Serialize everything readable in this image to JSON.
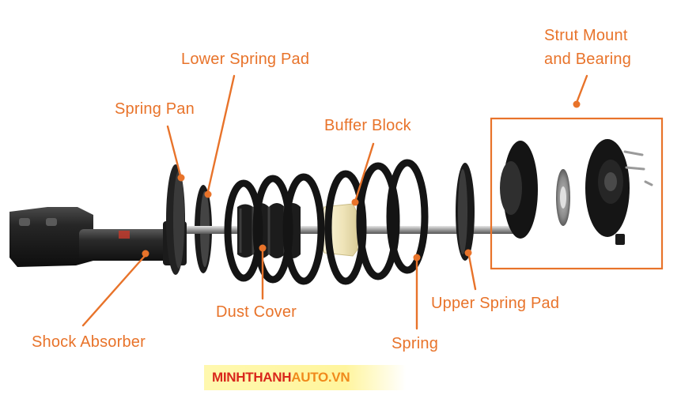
{
  "labels": {
    "strut_mount": "Strut Mount\nand Bearing",
    "lower_spring_pad": "Lower Spring Pad",
    "spring_pan": "Spring Pan",
    "buffer_block": "Buffer Block",
    "dust_cover": "Dust Cover",
    "shock_absorber": "Shock Absorber",
    "spring": "Spring",
    "upper_spring_pad": "Upper Spring Pad"
  },
  "watermark": {
    "part1": "MINHTHANH",
    "part2": "AUTO.VN"
  },
  "colors": {
    "accent": "#e8732a",
    "part_dark": "#1d1d1d",
    "buffer_block": "#f1e9c6",
    "watermark_red": "#d9271c",
    "watermark_orange": "#f08a1c"
  }
}
